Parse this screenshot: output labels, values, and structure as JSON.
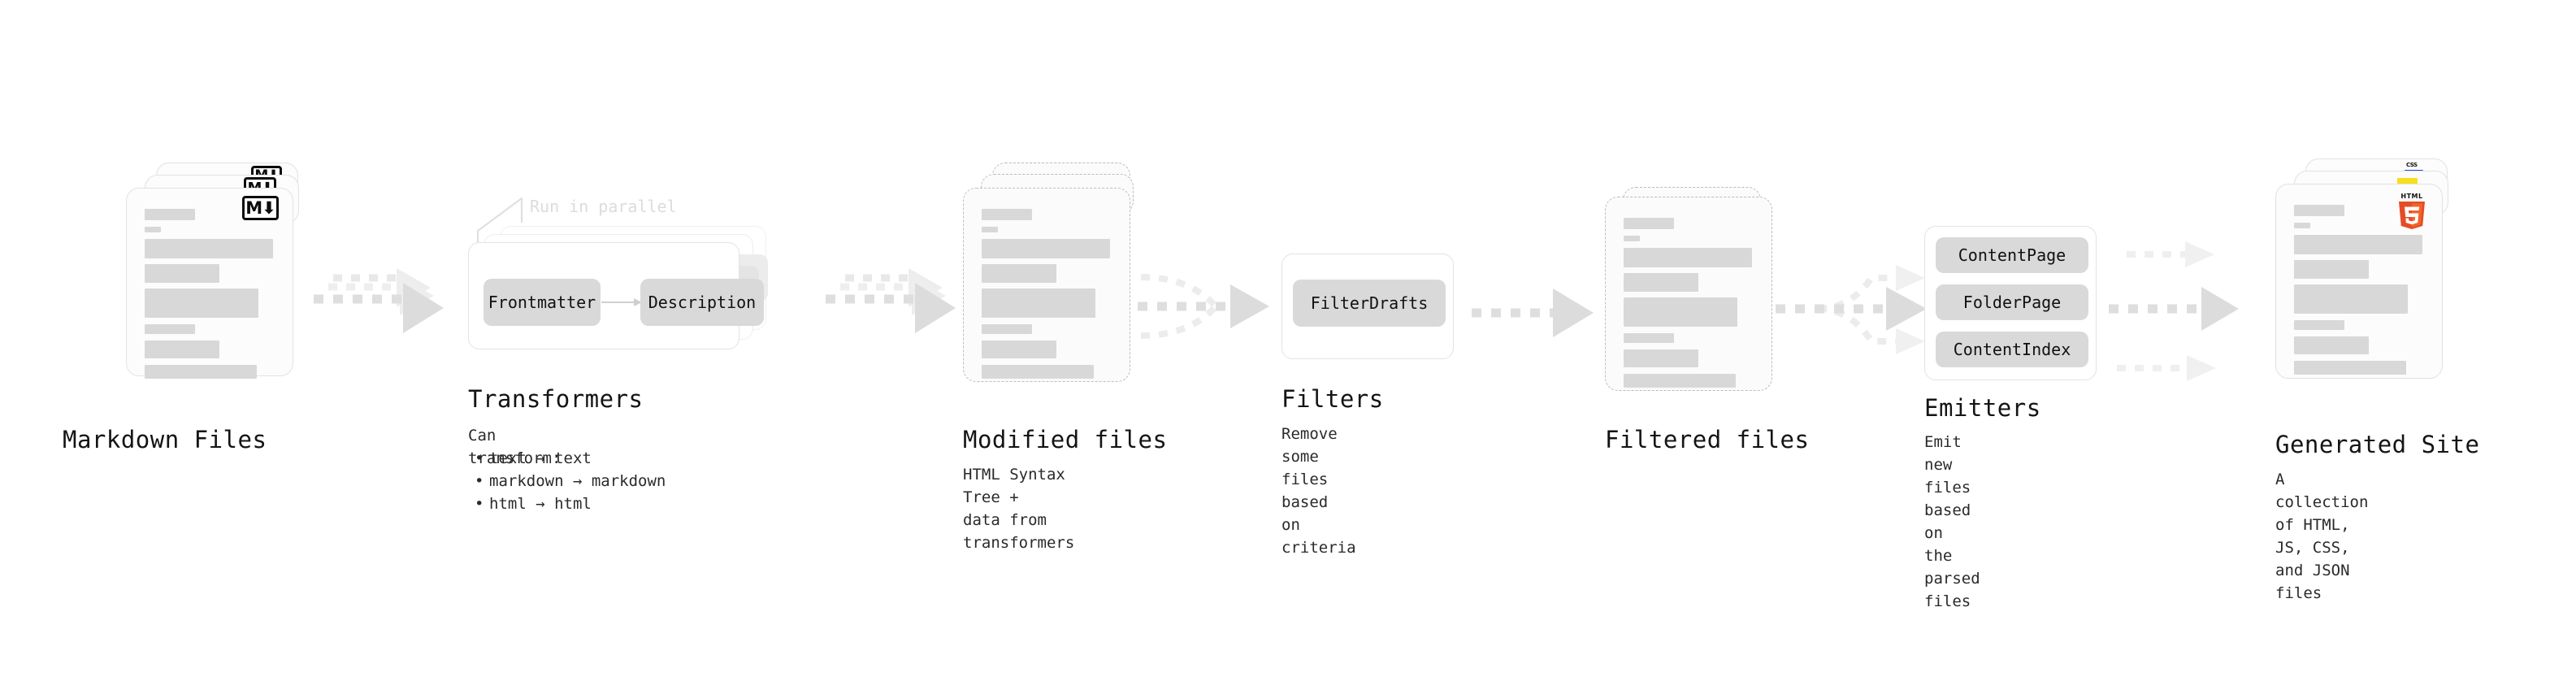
{
  "diagram": {
    "title_hidden": "",
    "accent_colors": {
      "background": "#ffffff",
      "card_fill": "#fcfcfc",
      "card_border": "#e2e2e2",
      "dashed_border": "#bdbdbd",
      "content_bar": "#d8d8d8",
      "chip_fill": "#d9d9d9",
      "arrow": "#dcdcdc",
      "text": "#141414",
      "muted_text": "#dcdcdc",
      "html5_orange": "#e44d26",
      "html5_light": "#f16529",
      "js_yellow": "#f7df1e",
      "css_blue": "#264de4"
    }
  },
  "stages": [
    {
      "id": "markdown-files",
      "title": "Markdown Files",
      "desc": "",
      "icon": "markdown-logo",
      "icon_text": "M"
    },
    {
      "id": "transformers",
      "title": "Transformers",
      "desc": "Can transform:",
      "parallel_label": "Run in parallel",
      "chips": [
        "Frontmatter",
        "Description"
      ],
      "bullets": [
        "text → text",
        "markdown → markdown",
        "html → html"
      ]
    },
    {
      "id": "modified-files",
      "title": "Modified files",
      "desc": "HTML Syntax Tree +\ndata from transformers"
    },
    {
      "id": "filters",
      "title": "Filters",
      "desc": "Remove some files based\non criteria",
      "chips": [
        "FilterDrafts"
      ]
    },
    {
      "id": "filtered-files",
      "title": "Filtered files",
      "desc": ""
    },
    {
      "id": "emitters",
      "title": "Emitters",
      "desc": "Emit new files based on\nthe parsed files",
      "chips": [
        "ContentPage",
        "FolderPage",
        "ContentIndex"
      ]
    },
    {
      "id": "generated-site",
      "title": "Generated Site",
      "desc": "A collection of HTML,\nJS, CSS, and JSON files",
      "icons": [
        "html5-logo",
        "js-badge",
        "css-badge"
      ],
      "html5_label": "HTML",
      "html5_digit": "5",
      "css_label": "CSS"
    }
  ]
}
